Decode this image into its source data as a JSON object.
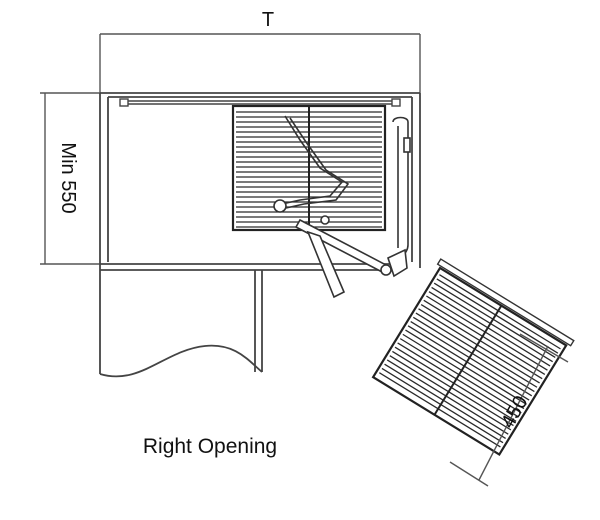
{
  "diagram": {
    "top_dimension_label": "T",
    "left_dimension_label": "Min 550",
    "basket_dimension_label": "450",
    "caption": "Right Opening"
  },
  "colors": {
    "line": "#555555",
    "dark": "#2a2a2a",
    "background": "#ffffff"
  }
}
